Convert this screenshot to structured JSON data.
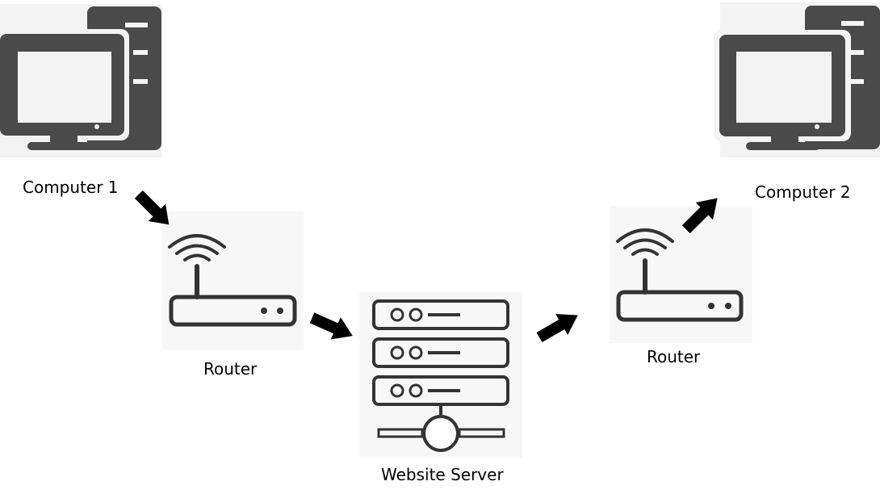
{
  "nodes": {
    "computer_1": {
      "label": "Computer 1",
      "icon": "desktop-computer-icon"
    },
    "router_1": {
      "label": "Router",
      "icon": "wifi-router-icon"
    },
    "website_server": {
      "label": "Website Server",
      "icon": "server-rack-icon"
    },
    "router_2": {
      "label": "Router",
      "icon": "wifi-router-icon"
    },
    "computer_2": {
      "label": "Computer 2",
      "icon": "desktop-computer-icon"
    }
  },
  "flow": [
    {
      "from": "computer_1",
      "to": "router_1"
    },
    {
      "from": "router_1",
      "to": "website_server"
    },
    {
      "from": "website_server",
      "to": "router_2"
    },
    {
      "from": "router_2",
      "to": "computer_2"
    }
  ],
  "colors": {
    "icon_dark": "#4a4a4a",
    "icon_outline": "#333333",
    "icon_background": "#f3f3f3",
    "arrow": "#000000",
    "label_text": "#000000"
  }
}
